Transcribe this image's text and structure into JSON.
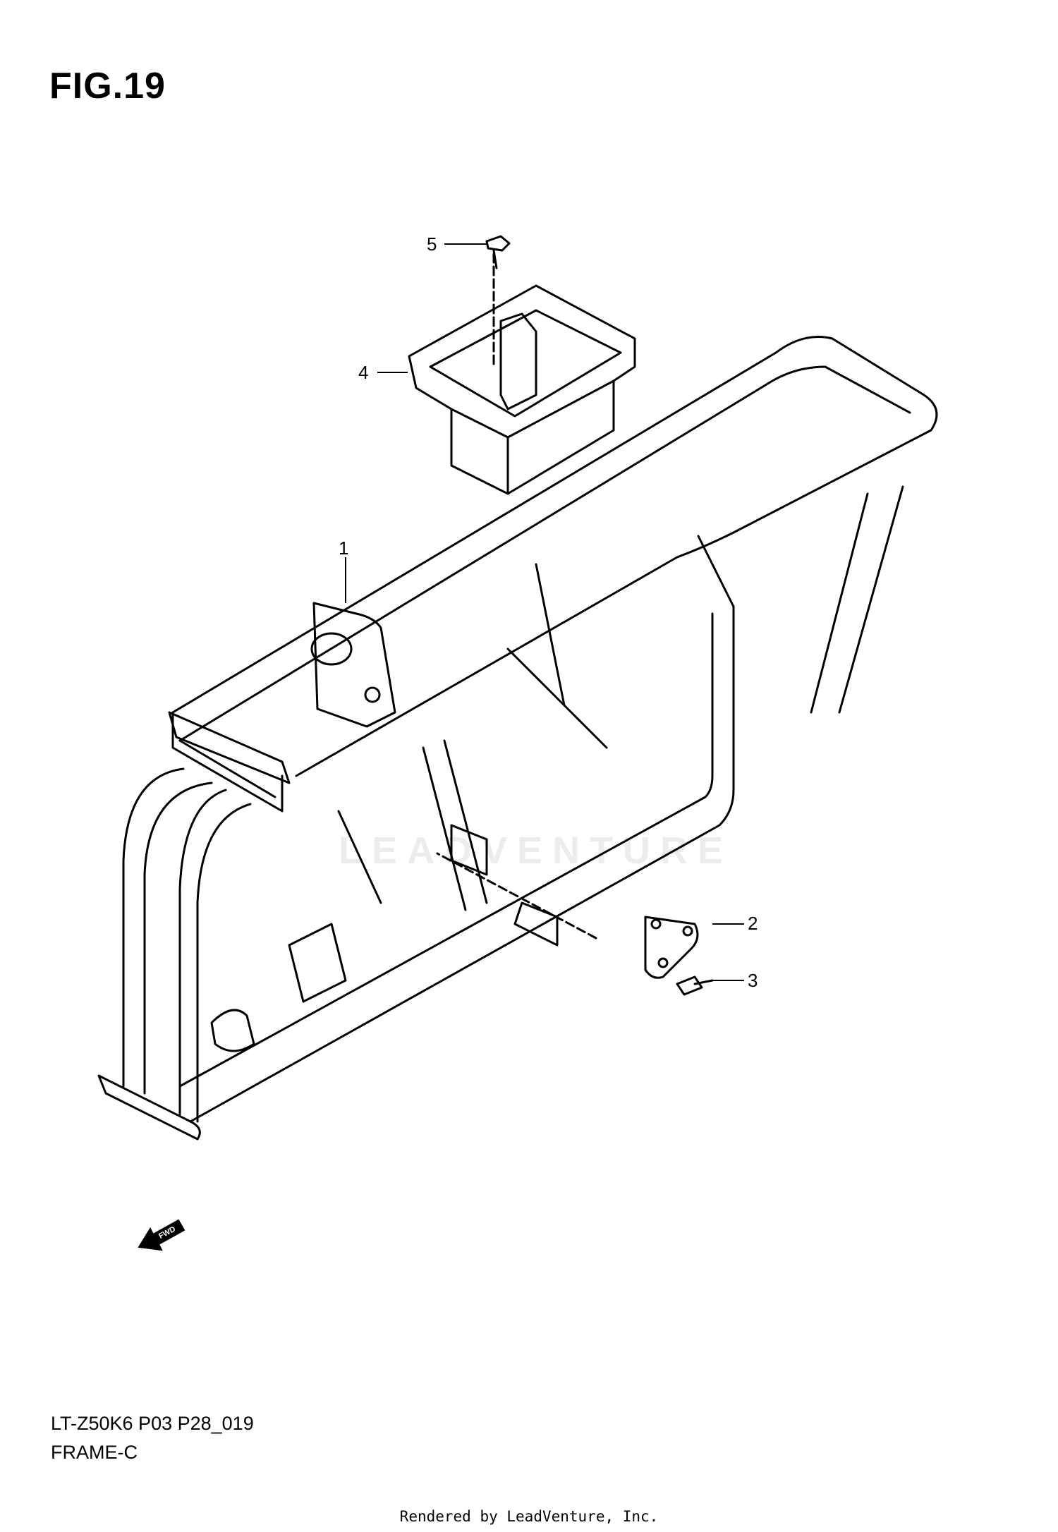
{
  "figure": {
    "title": "FIG.19"
  },
  "callouts": [
    {
      "number": "1",
      "part": "frame"
    },
    {
      "number": "2",
      "part": "plate"
    },
    {
      "number": "3",
      "part": "bolt"
    },
    {
      "number": "4",
      "part": "battery-box"
    },
    {
      "number": "5",
      "part": "bolt"
    }
  ],
  "forward_indicator": {
    "label": "FWD"
  },
  "watermark": {
    "text": "LEADVENTURE"
  },
  "model": {
    "code": "LT-Z50K6 P03 P28_019",
    "name": "FRAME-C"
  },
  "footer": {
    "text": "Rendered by LeadVenture, Inc."
  },
  "colors": {
    "line": "#000000",
    "background": "#ffffff",
    "watermark": "#ececec"
  }
}
